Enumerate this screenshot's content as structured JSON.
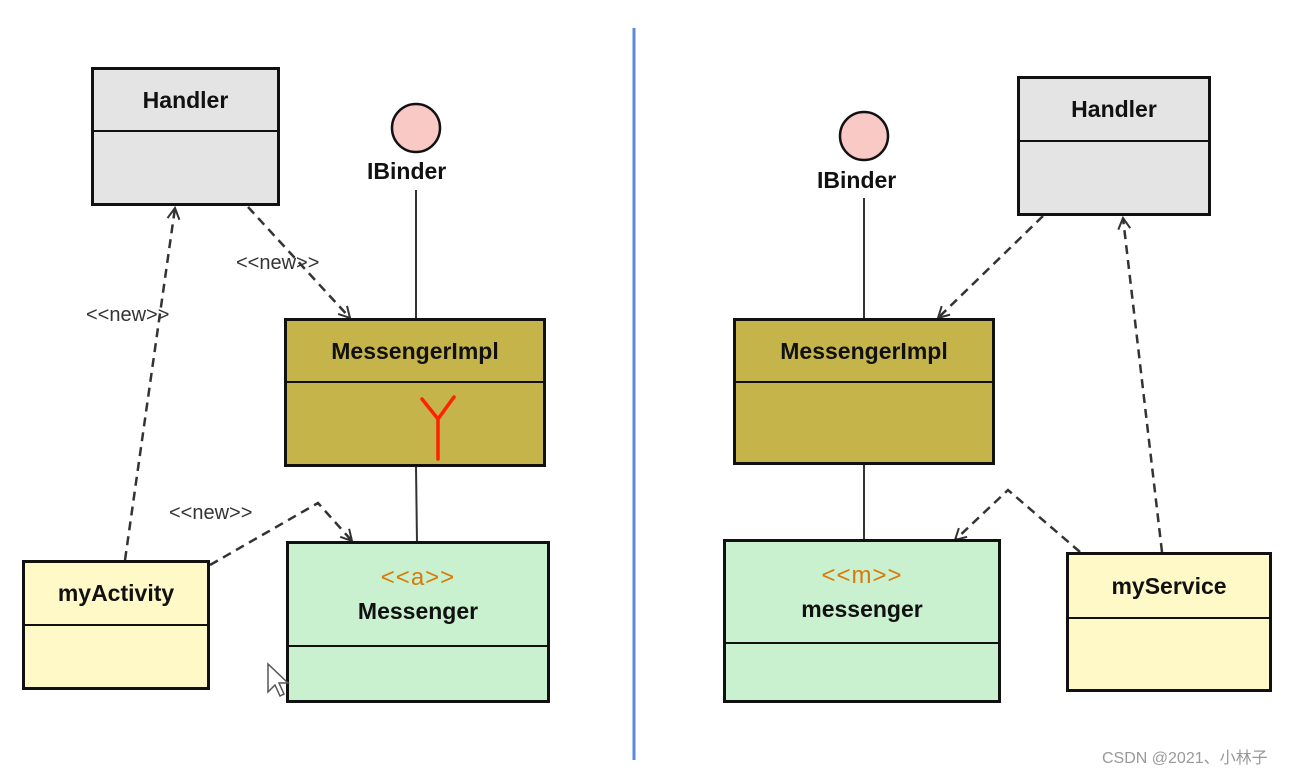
{
  "left": {
    "handler": {
      "name": "Handler"
    },
    "ibinder": {
      "name": "IBinder"
    },
    "messenger_impl": {
      "name": "MessengerImpl"
    },
    "messenger": {
      "stereotype": "<<a>>",
      "name": "Messenger"
    },
    "my_activity": {
      "name": "myActivity"
    },
    "labels": {
      "new_1": "<<new>>",
      "new_2": "<<new>>",
      "new_3": "<<new>>"
    }
  },
  "right": {
    "handler": {
      "name": "Handler"
    },
    "ibinder": {
      "name": "IBinder"
    },
    "messenger_impl": {
      "name": "MessengerImpl"
    },
    "messenger": {
      "stereotype": "<<m>>",
      "name": "messenger"
    },
    "my_service": {
      "name": "myService"
    }
  },
  "colors": {
    "divider": "#5b8bd8",
    "interface_circle": "#f9c9c5",
    "handler_fill": "#e4e4e4",
    "impl_fill": "#c4b44a",
    "messenger_fill": "#c9f0cf",
    "app_fill": "#fff9c8",
    "stereotype": "#d97a08",
    "red_mark": "#ff2200"
  },
  "watermark": "CSDN @2021、小林子"
}
